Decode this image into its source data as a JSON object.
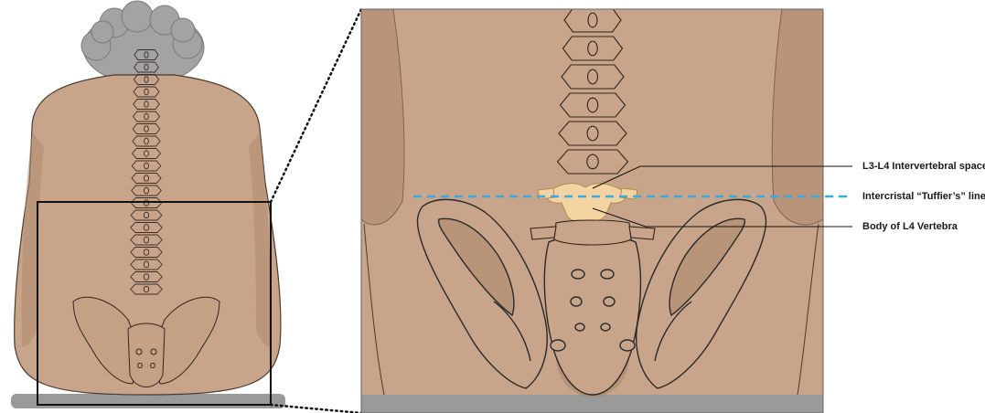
{
  "figure": {
    "type": "anatomical-illustration",
    "subject": "lumbar spine surface landmarks, posterior view",
    "colors": {
      "skin": "#c8a58a",
      "skin_shadow": "#b08a70",
      "outline": "#2a2a2a",
      "highlight_vertebra": "#f2d3a1",
      "tuffier_line": "#3aa9e0",
      "surface": "#9a9a9a",
      "background_panel": "#d7d7d7",
      "hair": "#9b9b9b"
    }
  },
  "annotations": [
    {
      "id": "l3-l4-space",
      "text": "L3-L4 Intervertebral space"
    },
    {
      "id": "tuffier-line",
      "text": "Intercristal “Tuffier’s” line"
    },
    {
      "id": "l4-body",
      "text": "Body of L4 Vertebra"
    }
  ]
}
